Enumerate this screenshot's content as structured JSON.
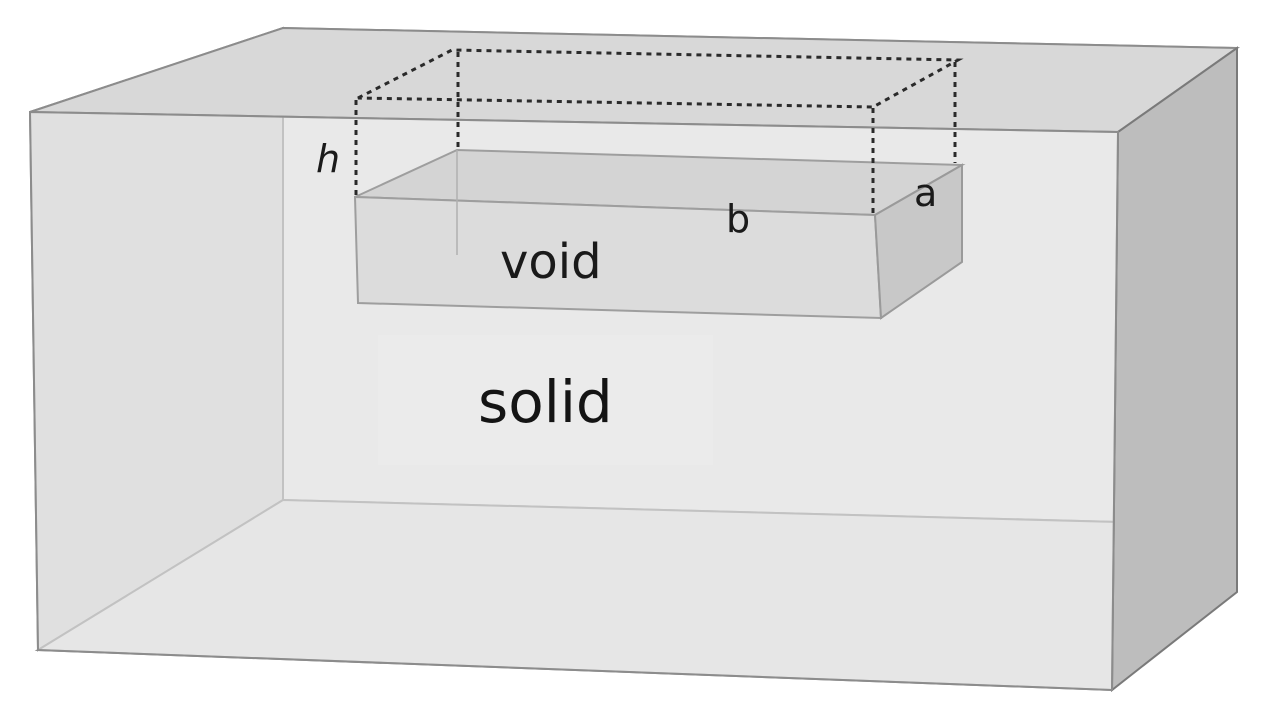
{
  "labels": {
    "h": "h",
    "a": "a",
    "b": "b",
    "void": "void",
    "solid": "solid"
  },
  "colors": {
    "box_face_light": "#e6e6e6",
    "box_face_mid": "#d3d3d3",
    "box_face_dark": "#bdbdbd",
    "box_edge": "#8c8c8c",
    "void_face": "#d6d6d6",
    "dotted_line": "#2a2a2a",
    "text": "#1a1a1a"
  }
}
